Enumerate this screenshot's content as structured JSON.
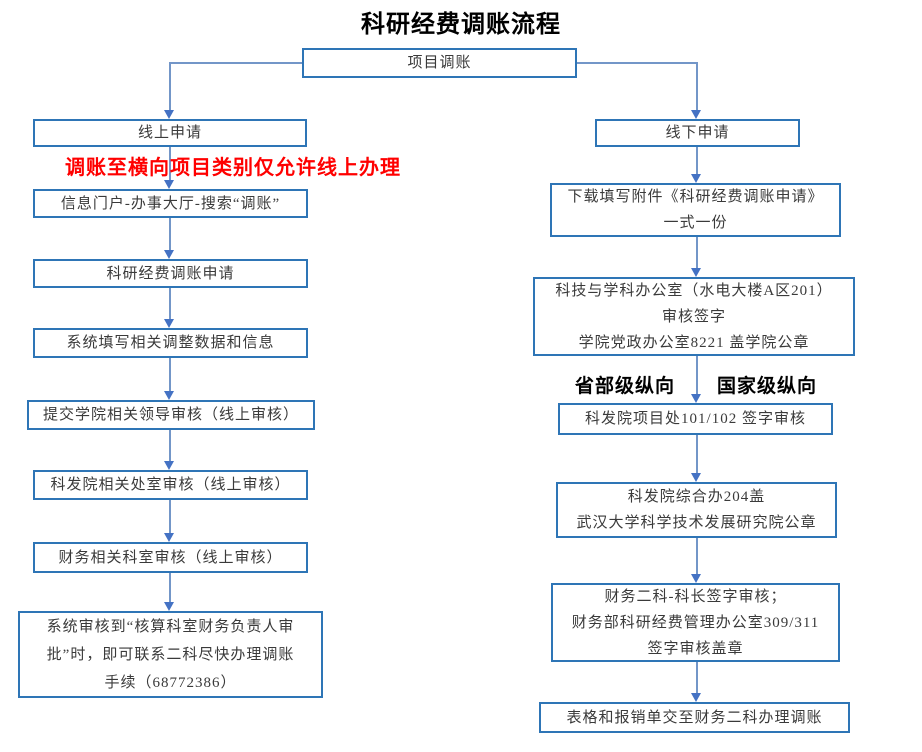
{
  "flow": {
    "title": "科研经费调账流程",
    "root_label": "项目调账",
    "left": {
      "start_label": "线上申请",
      "warning": "调账至横向项目类别仅允许线上办理",
      "steps": [
        {
          "lines": [
            "信息门户-办事大厅-搜索“调账”"
          ]
        },
        {
          "lines": [
            "科研经费调账申请"
          ]
        },
        {
          "lines": [
            "系统填写相关调整数据和信息"
          ]
        },
        {
          "lines": [
            "提交学院相关领导审核（线上审核）"
          ]
        },
        {
          "lines": [
            "科发院相关处室审核（线上审核）"
          ]
        },
        {
          "lines": [
            "财务相关科室审核（线上审核）"
          ]
        },
        {
          "lines": [
            "系统审核到“核算科室财务负责人审",
            "批”时，即可联系二科尽快办理调账",
            "手续（68772386）"
          ]
        }
      ]
    },
    "right": {
      "start_label": "线下申请",
      "branch_labels": {
        "left": "省部级纵向",
        "right": "国家级纵向"
      },
      "steps": [
        {
          "lines": [
            "下载填写附件《科研经费调账申请》",
            "一式一份"
          ]
        },
        {
          "lines": [
            "科技与学科办公室（水电大楼A区201）",
            "审核签字",
            "学院党政办公室8221 盖学院公章"
          ]
        },
        {
          "lines": [
            "科发院项目处101/102 签字审核"
          ]
        },
        {
          "lines": [
            "科发院综合办204盖",
            "武汉大学科学技术发展研究院公章"
          ]
        },
        {
          "lines": [
            "财务二科-科长签字审核；",
            "财务部科研经费管理办公室309/311",
            "签字审核盖章"
          ]
        },
        {
          "lines": [
            "表格和报销单交至财务二科办理调账"
          ]
        }
      ]
    },
    "colors": {
      "box_border": "#2E75B6",
      "arrow_head": "#4472C4",
      "arrow_stem": "#7396C8",
      "warning_text": "#FF0000",
      "box_text": "#3A3A3A"
    }
  }
}
